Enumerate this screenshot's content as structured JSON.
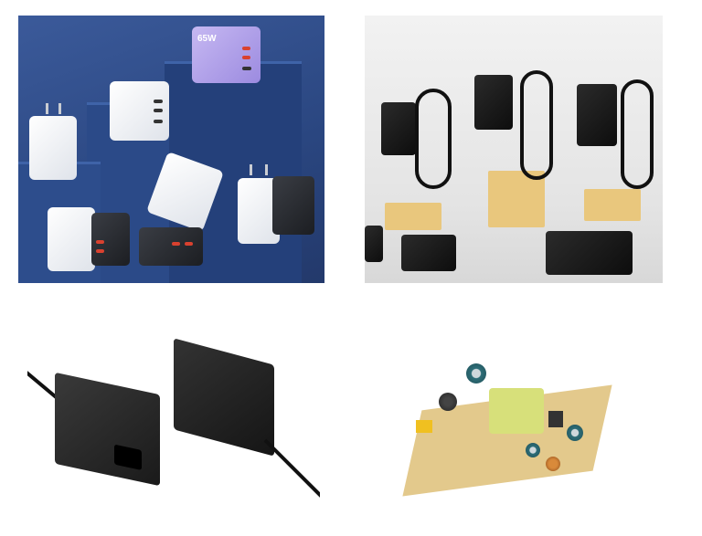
{
  "images": [
    {
      "label": "usb-c-wall-chargers",
      "badge_text": "65W"
    },
    {
      "label": "black-wall-adapters"
    },
    {
      "label": "desktop-power-adapter"
    },
    {
      "label": "open-frame-power-board"
    }
  ]
}
